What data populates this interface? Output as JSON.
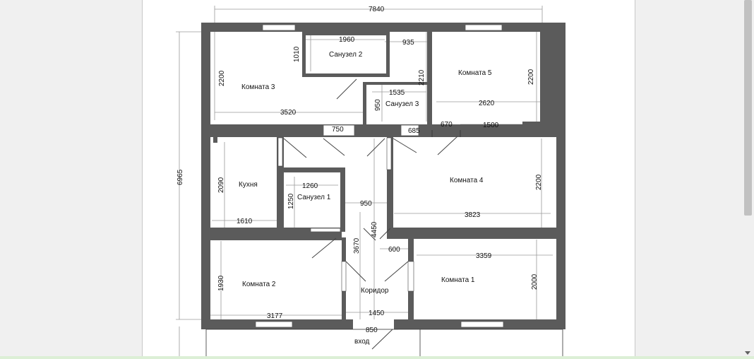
{
  "rooms": {
    "room3": "Комната  3",
    "bath2": "Санузел  2",
    "bath3": "Санузел 3",
    "room5": "Комната  5",
    "kitchen": "Кухня",
    "bath1": "Санузел  1",
    "room4": "Комната  4",
    "room2": "Комната  2",
    "corridor": "Коридор",
    "room1": "Комната  1",
    "entrance": "вход"
  },
  "dimensions": {
    "total_width": "7840",
    "total_height": "6965",
    "room3_height": "2200",
    "room3_width": "3520",
    "bath2_width": "1960",
    "bath2_height": "1010",
    "d935": "935",
    "d2210": "2210",
    "bath3_width": "1535",
    "bath3_height": "950",
    "room5_width": "2620",
    "room5_height": "2200",
    "d750": "750",
    "d685": "685",
    "d670": "670",
    "d1500": "1500",
    "kitchen_height": "2090",
    "kitchen_width": "1610",
    "bath1_width": "1260",
    "bath1_height": "1250",
    "d950": "950",
    "d4450": "4450",
    "d3670": "3670",
    "room4_height": "2200",
    "room4_width": "3823",
    "d600": "600",
    "room1_width": "3359",
    "room1_height": "2000",
    "room2_height": "1930",
    "room2_width": "3177",
    "corridor_width": "1450",
    "entrance_width": "850"
  },
  "colors": {
    "wall": "#5b5b5b",
    "page": "#ffffff",
    "background": "#f0f0f0"
  }
}
